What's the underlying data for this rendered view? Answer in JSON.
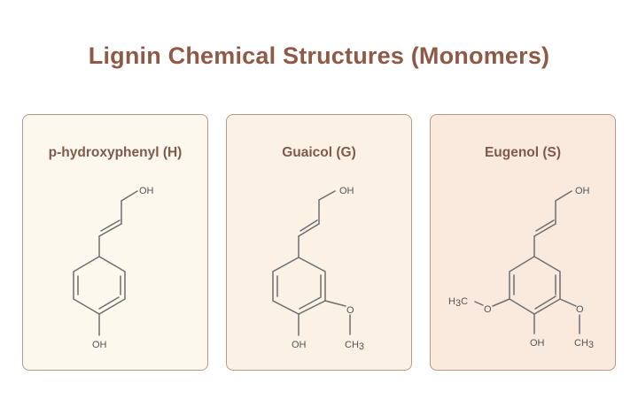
{
  "title": "Lignin Chemical Structures (Monomers)",
  "colors": {
    "title": "#8e5a45",
    "card_label": "#7f5a4c",
    "card_border": "#b89a82",
    "card1_bg": "#fdf8ee",
    "card2_bg": "#fbf1e4",
    "card3_bg": "#f9eadd",
    "bond": "#6e6e6e"
  },
  "cards": [
    {
      "label": "p-hydroxyphenyl (H)",
      "atoms": {
        "top_oh": "OH",
        "bottom_oh": "OH"
      }
    },
    {
      "label": "Guaicol (G)",
      "atoms": {
        "top_oh": "OH",
        "bottom_oh": "OH",
        "methoxy_o": "O",
        "methyl": "CH",
        "methyl_sub": "3"
      }
    },
    {
      "label": "Eugenol (S)",
      "atoms": {
        "top_oh": "OH",
        "bottom_oh": "OH",
        "left_o": "O",
        "left_methyl": "H",
        "left_methyl_sub": "3",
        "left_methyl_c": "C",
        "right_o": "O",
        "right_methyl": "CH",
        "right_methyl_sub": "3"
      }
    }
  ]
}
